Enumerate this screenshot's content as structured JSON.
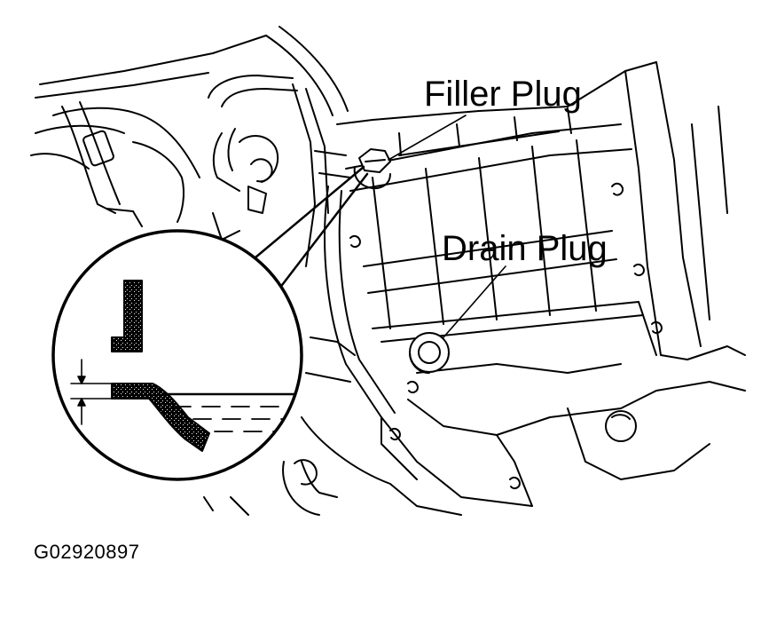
{
  "diagram": {
    "labels": {
      "filler_plug": "Filler Plug",
      "drain_plug": "Drain Plug"
    },
    "figure_id": "G02920897",
    "colors": {
      "ink": "#000000",
      "paper": "#ffffff"
    }
  }
}
